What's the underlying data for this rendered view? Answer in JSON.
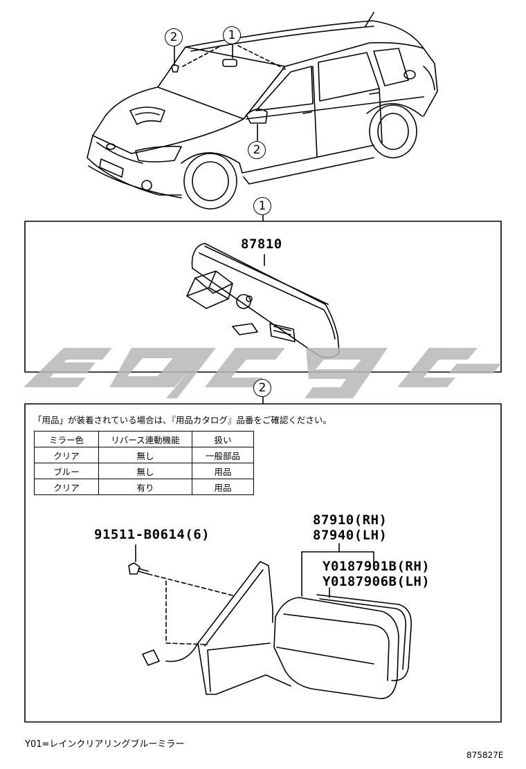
{
  "callouts": {
    "top_mirror": "1",
    "top_windshield": "2",
    "top_side": "2",
    "section1": "1",
    "section2": "2"
  },
  "section1": {
    "part_number": "87810"
  },
  "section2": {
    "note": "「用品」が装着されている場合は、『用品カタログ』品番をご確認ください。",
    "table": {
      "headers": [
        "ミラー色",
        "リバース連動機能",
        "扱い"
      ],
      "rows": [
        [
          "クリア",
          "無し",
          "一般部品"
        ],
        [
          "ブルー",
          "無し",
          "用品"
        ],
        [
          "クリア",
          "有り",
          "用品"
        ]
      ]
    },
    "bolt_part": "91511-B0614(6)",
    "mirror_rh": "87910(RH)",
    "mirror_lh": "87940(LH)",
    "glass_rh": "Y0187901B(RH)",
    "glass_lh": "Y0187906B(LH)"
  },
  "footer": {
    "legend": "Y01=レインクリアリングブルーミラー",
    "diagram_id": "875827E"
  },
  "watermark_text": "epc"
}
